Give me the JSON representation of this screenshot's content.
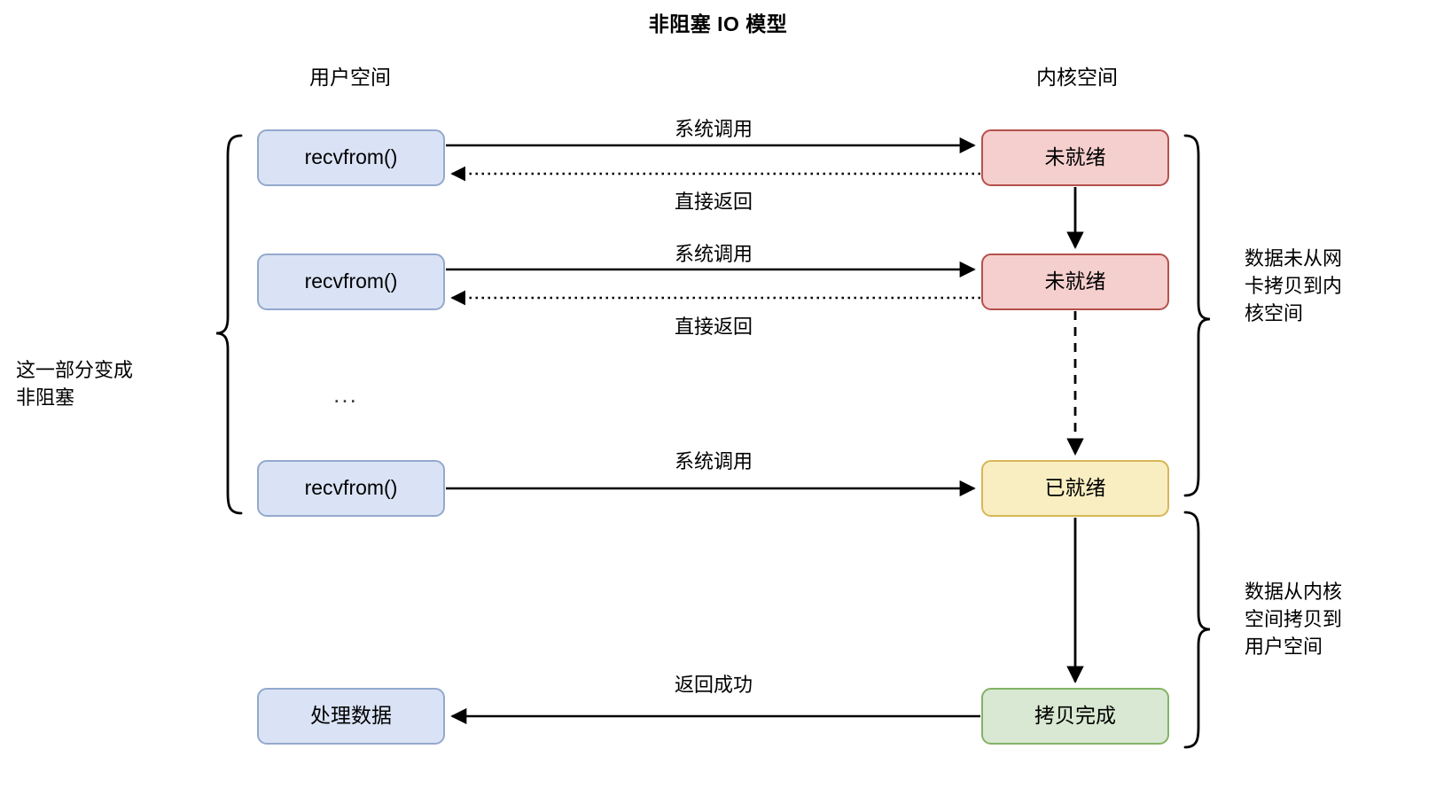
{
  "diagram": {
    "title": "非阻塞 IO 模型",
    "columns": {
      "user_space": "用户空间",
      "kernel_space": "内核空间"
    },
    "nodes": {
      "recvfrom_1": "recvfrom()",
      "recvfrom_2": "recvfrom()",
      "recvfrom_3": "recvfrom()",
      "process_data": "处理数据",
      "not_ready_1": "未就绪",
      "not_ready_2": "未就绪",
      "ready": "已就绪",
      "copy_done": "拷贝完成"
    },
    "ellipsis": "...",
    "edges": {
      "syscall_1": "系统调用",
      "direct_return_1": "直接返回",
      "syscall_2": "系统调用",
      "direct_return_2": "直接返回",
      "syscall_3": "系统调用",
      "return_success": "返回成功"
    },
    "annotations": {
      "left_brace": "这一部分变成\n非阻塞",
      "right_brace_top": "数据未从网\n卡拷贝到内\n核空间",
      "right_brace_bottom": "数据从内核\n空间拷贝到\n用户空间"
    },
    "colors": {
      "user_node_fill": "#dae3f5",
      "user_node_stroke": "#93a9cd",
      "not_ready_fill": "#f5cfce",
      "not_ready_stroke": "#b5504c",
      "ready_fill": "#f9eec2",
      "ready_stroke": "#d6b656",
      "copy_done_fill": "#d8e8d2",
      "copy_done_stroke": "#82b366",
      "line": "#000000",
      "background": "#ffffff"
    }
  }
}
